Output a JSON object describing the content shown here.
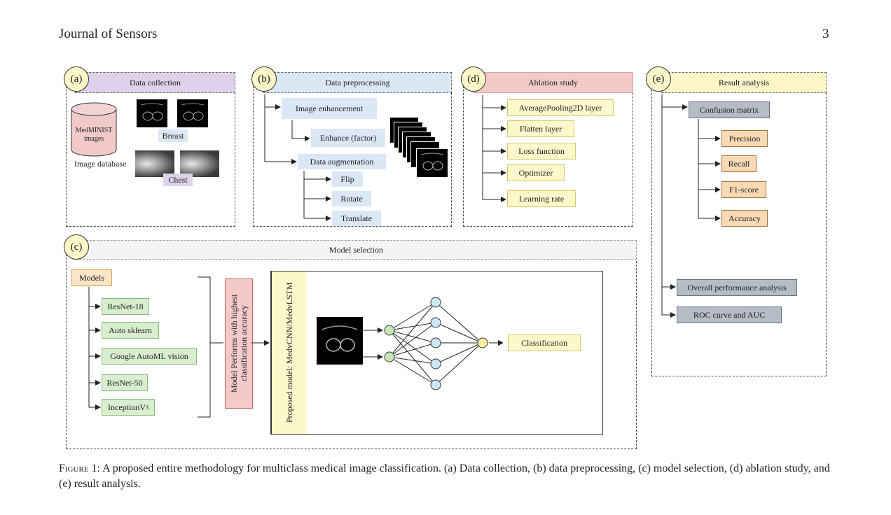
{
  "header": {
    "journal": "Journal of Sensors",
    "page": "3"
  },
  "panel_a": {
    "letter": "(a)",
    "title": "Data collection",
    "db_label": "MedMINIST images",
    "db_caption": "Image database",
    "breast": "Breast",
    "chest": "Chest"
  },
  "panel_b": {
    "letter": "(b)",
    "title": "Data preprocessing",
    "enhancement": "Image enhancement",
    "enhance_factor": "Enhance (factor)",
    "augmentation": "Data augmentation",
    "aug_items": [
      "Flip",
      "Rotate",
      "Translate"
    ]
  },
  "panel_d": {
    "letter": "(d)",
    "title": "Ablation study",
    "items": [
      "AveragePooling2D layer",
      "Flatten layer",
      "Loss function",
      "Optimizer",
      "Learning rate"
    ]
  },
  "panel_e": {
    "letter": "(e)",
    "title": "Result analysis",
    "confusion": "Confusion matrix",
    "metrics": [
      "Precision",
      "Recall",
      "F1-score",
      "Accuracy"
    ],
    "overall": "Overall performance analysis",
    "roc": "ROC curve and AUC"
  },
  "panel_c": {
    "letter": "(c)",
    "title": "Model selection",
    "models_label": "Models",
    "models": [
      "ResNet-18",
      "Auto sklearn",
      "Google AutoML vision",
      "ResNet-50",
      "InceptionV"
    ],
    "inception_sub": "3",
    "highest": "Model Performs with highest classification accuracy",
    "proposed": "Proposed model: MedvCNN/MedvLSTM",
    "classification": "Classification"
  },
  "caption": {
    "figure_label": "Figure 1:",
    "text": "A proposed entire methodology for multiclass medical image classification. (a) Data collection, (b) data preprocessing, (c) model selection, (d) ablation study, and (e) result analysis."
  }
}
